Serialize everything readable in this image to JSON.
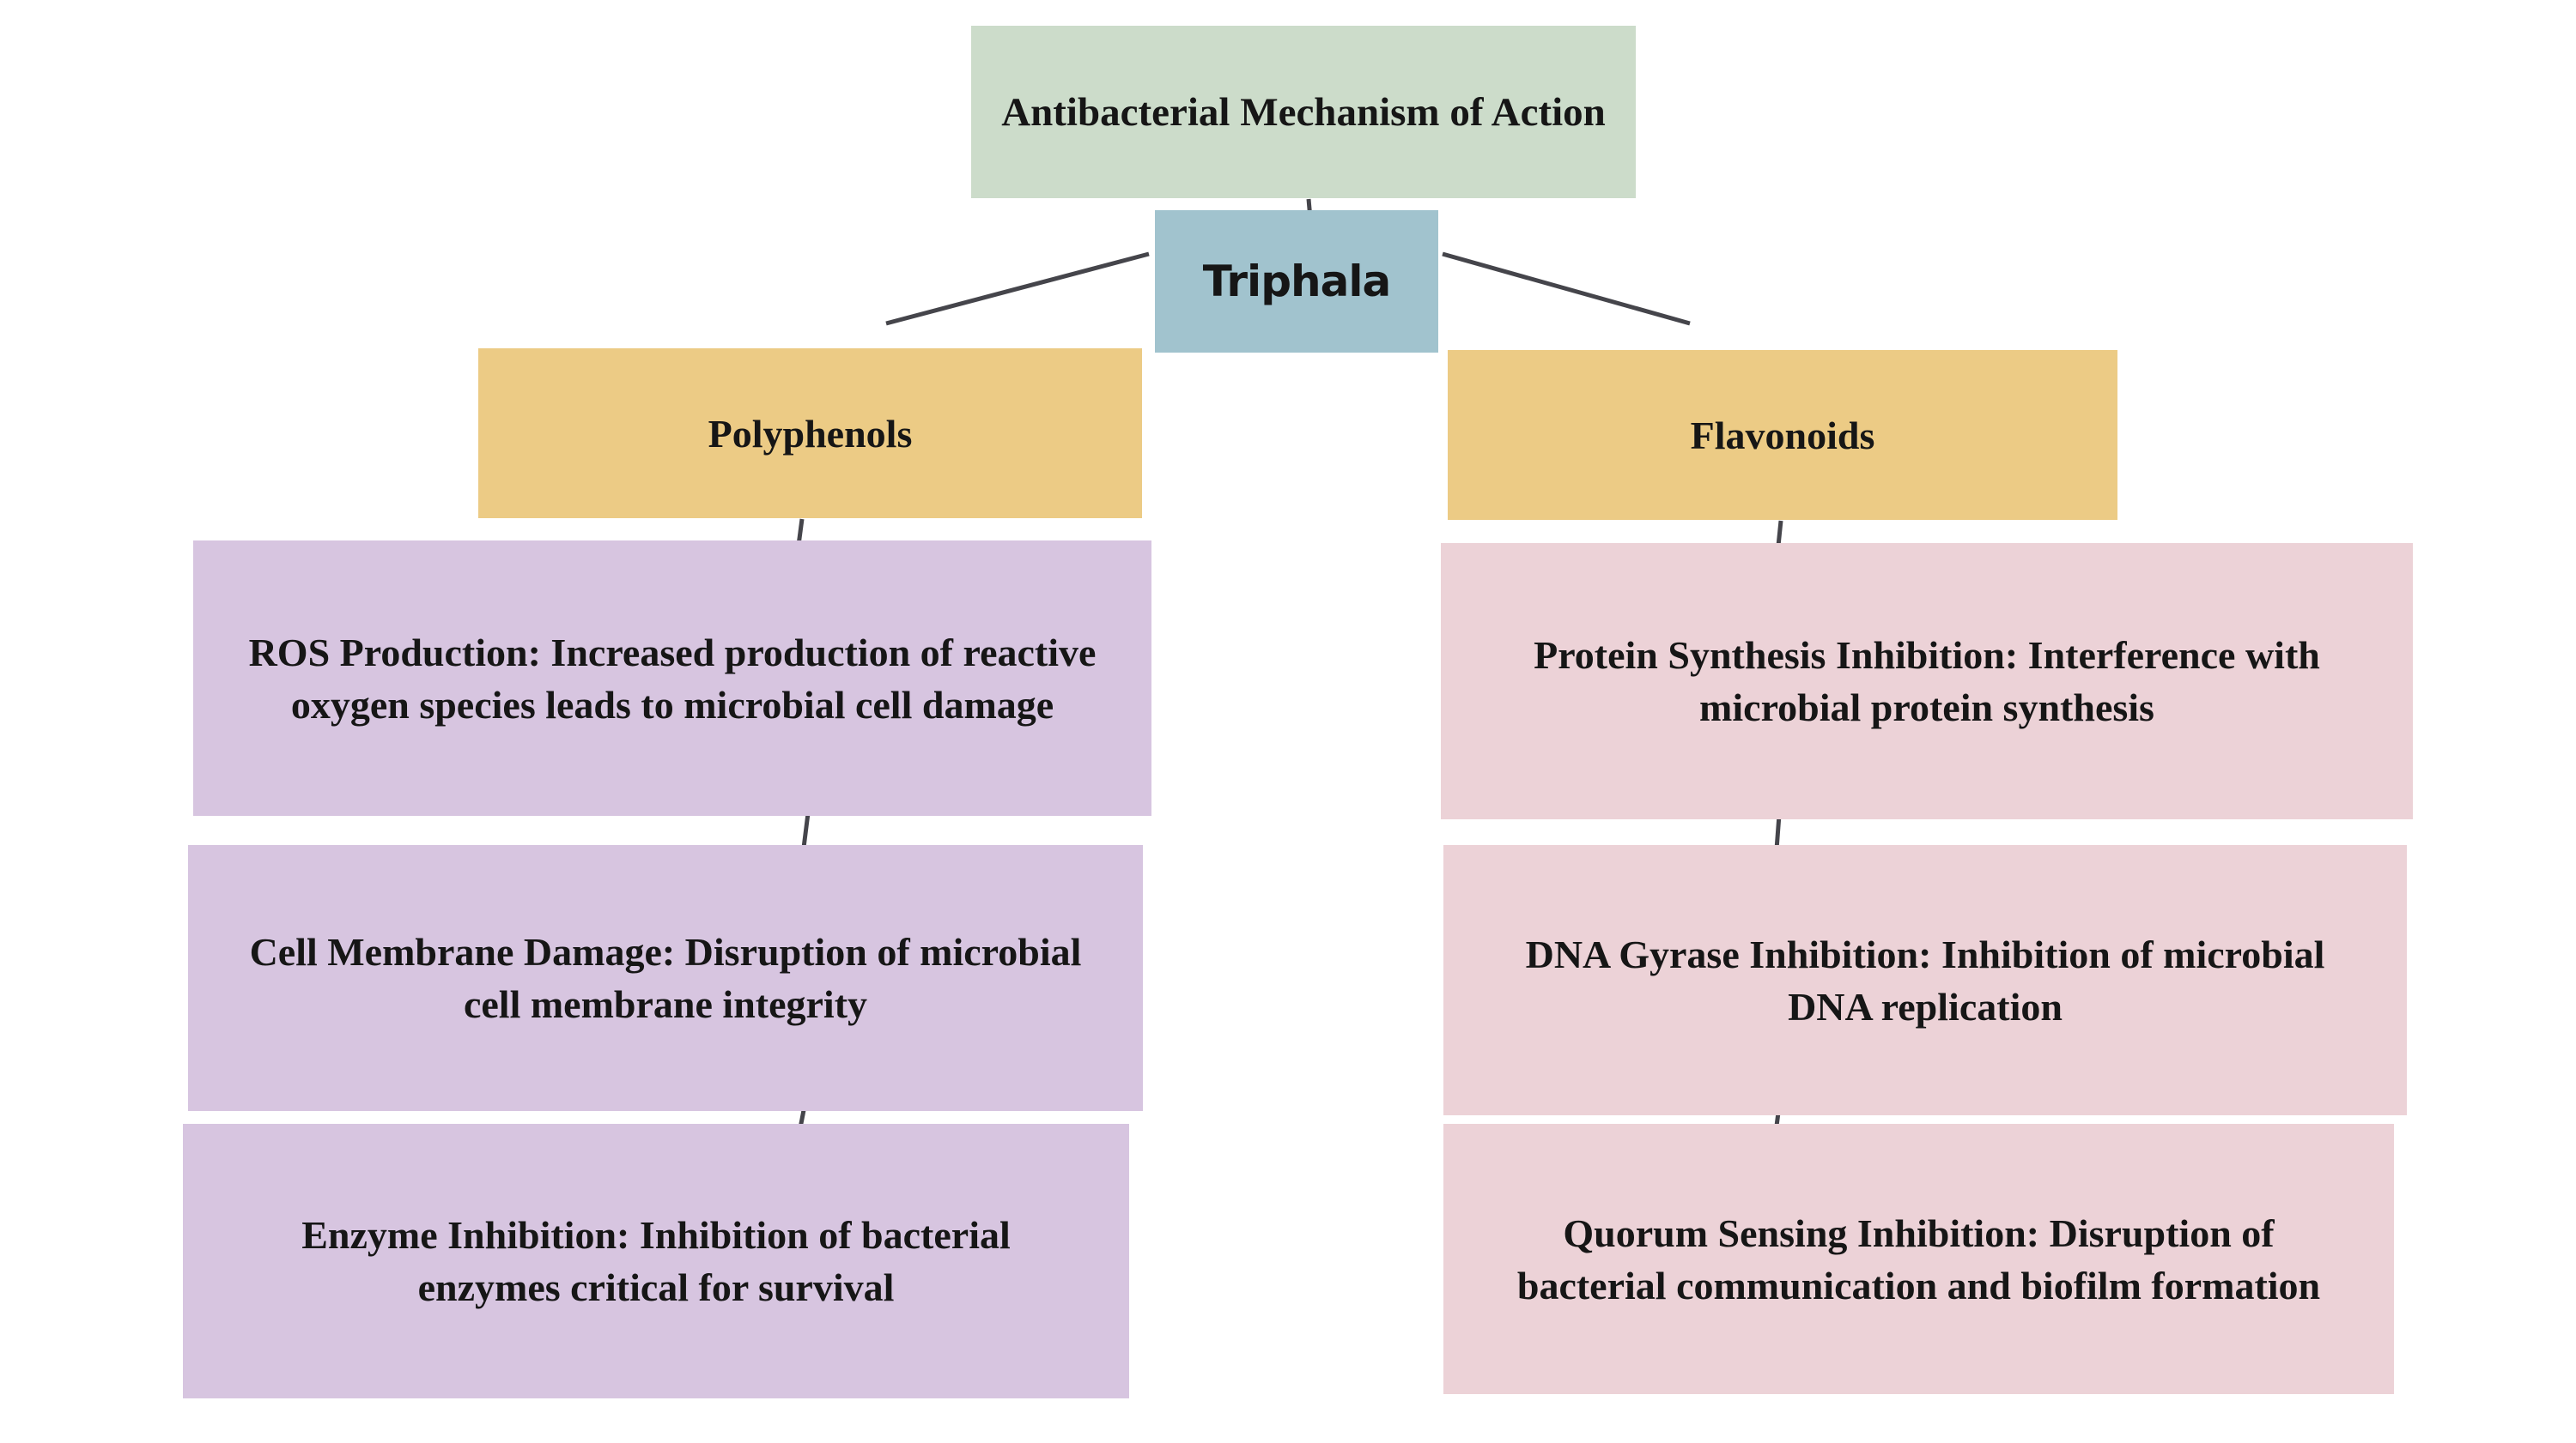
{
  "page": {
    "background": "#ffffff"
  },
  "palette": {
    "root_fill": "#ccdcca",
    "center_fill": "#a1c3ce",
    "branch_fill": "#eccb85",
    "left_child_fill": "#d7c5e0",
    "right_child_fill": "#ecd2d7",
    "connector_color": "#45454b",
    "text_color": "#161616"
  },
  "diagram": {
    "root": {
      "label": "Antibacterial Mechanism of Action"
    },
    "center": {
      "label": "Triphala"
    },
    "branches": [
      {
        "label": "Polyphenols",
        "children": [
          {
            "label": "ROS Production: Increased production of reactive oxygen species leads to microbial cell damage",
            "lines": [
              "ROS Production: Increased production of reactive",
              "oxygen species leads to microbial cell damage"
            ]
          },
          {
            "label": "Cell Membrane Damage: Disruption of microbial cell membrane integrity",
            "lines": [
              "Cell Membrane Damage: Disruption of microbial",
              "cell membrane integrity"
            ]
          },
          {
            "label": "Enzyme Inhibition: Inhibition of bacterial enzymes critical for survival",
            "lines": [
              "Enzyme Inhibition: Inhibition of bacterial",
              "enzymes critical for survival"
            ]
          }
        ]
      },
      {
        "label": "Flavonoids",
        "children": [
          {
            "label": "Protein Synthesis Inhibition: Interference with microbial protein synthesis",
            "lines": [
              "Protein Synthesis Inhibition: Interference with",
              "microbial protein synthesis"
            ]
          },
          {
            "label": "DNA Gyrase Inhibition: Inhibition of microbial DNA replication",
            "lines": [
              "DNA Gyrase Inhibition: Inhibition of microbial",
              "DNA replication"
            ]
          },
          {
            "label": "Quorum Sensing Inhibition: Disruption of bacterial communication and biofilm formation",
            "lines": [
              "Quorum Sensing Inhibition: Disruption of",
              "bacterial communication and biofilm formation"
            ]
          }
        ]
      }
    ]
  }
}
